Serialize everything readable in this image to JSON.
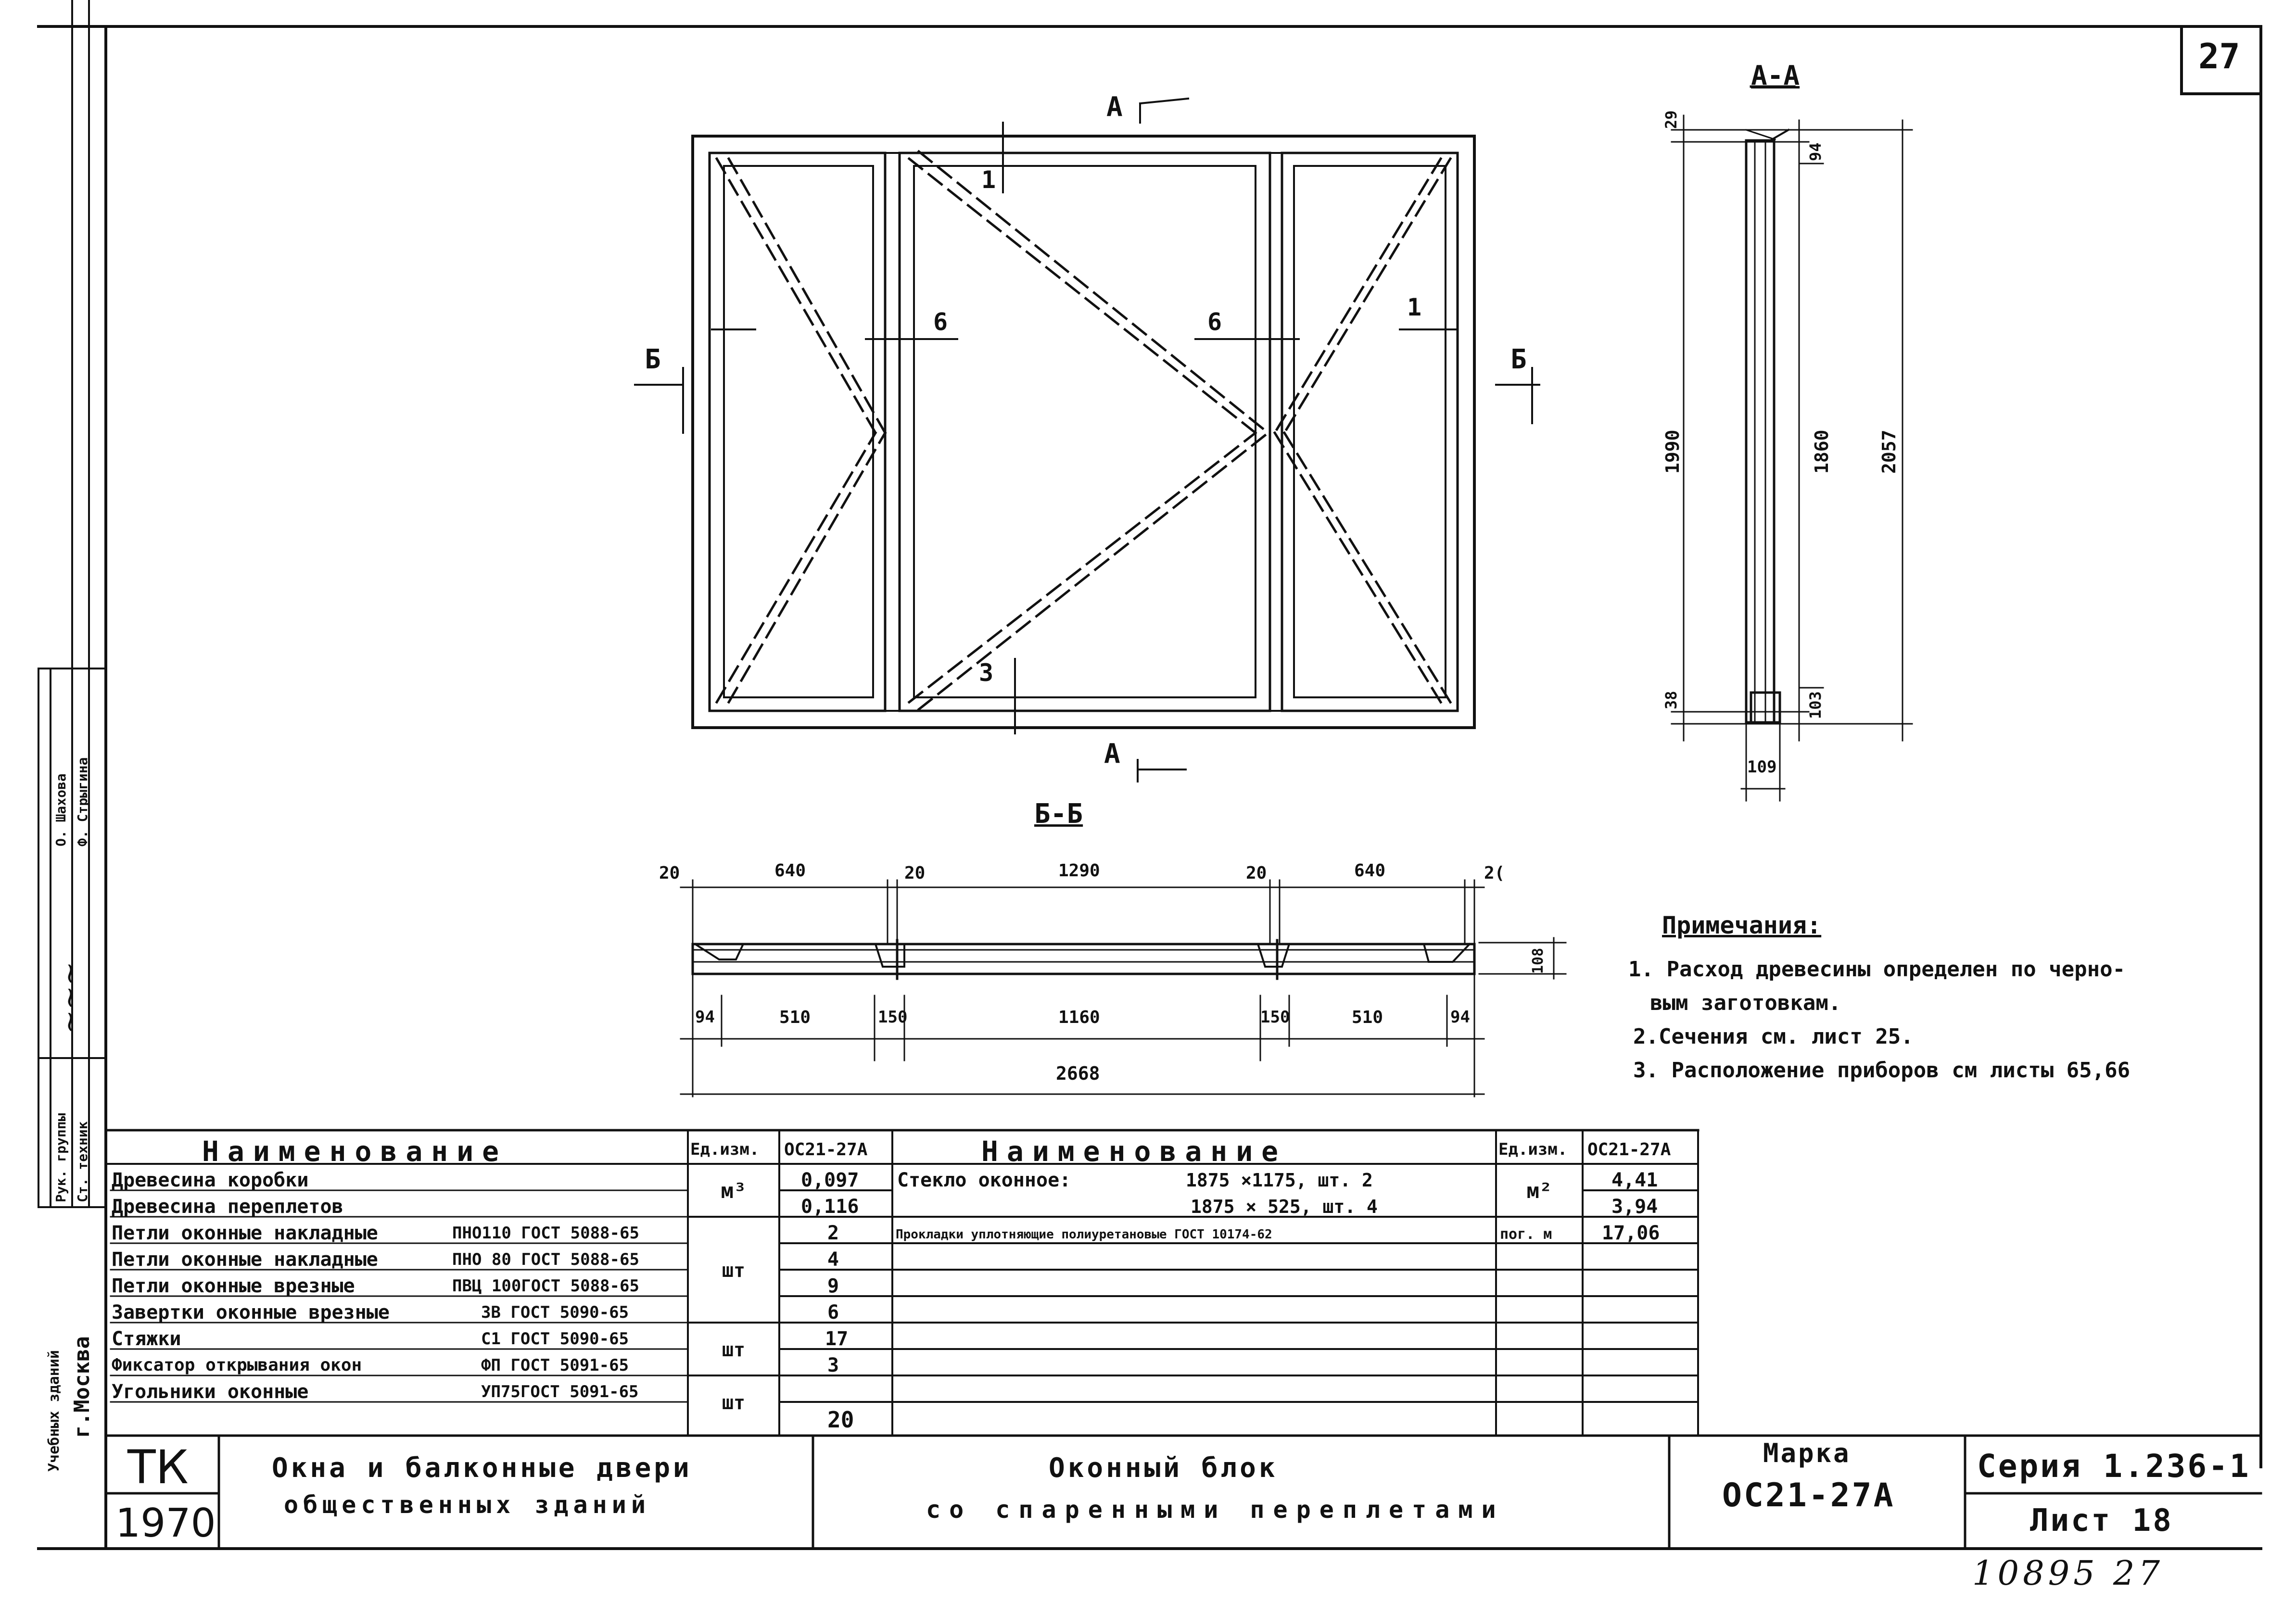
{
  "sheet_number": "27",
  "handwritten_number": "10895 27",
  "plan_marks": {
    "section_a": "А",
    "section_b": "Б",
    "mark_1": "1",
    "mark_3": "3",
    "mark_6": "6"
  },
  "section_aa": {
    "title": "А-А",
    "dims": [
      "29",
      "94",
      "1990",
      "1860",
      "2057",
      "38",
      "103",
      "109"
    ]
  },
  "section_bb": {
    "title": "Б-Б",
    "top_dims": [
      "20",
      "640",
      "20",
      "1290",
      "20",
      "640",
      "2("
    ],
    "height_dim": "108",
    "bottom_dims": [
      "94",
      "510",
      "150",
      "1160",
      "150",
      "510",
      "94"
    ],
    "total_dim": "2668"
  },
  "notes": {
    "title": "Примечания:",
    "items": [
      "1. Расход древесины определен по черно-",
      "вым заготовкам.",
      "2.Сечения см. лист 25.",
      "3. Расположение приборов см листы 65,66"
    ]
  },
  "side_stamp": {
    "role1": "Рук. группы",
    "role2": "Ст. техник",
    "name1": "О. Шахова",
    "name2": "Ф. Стрыгина",
    "org": "Учебных зданий",
    "city": "г.Москва"
  },
  "spec_table": {
    "header_name": "Наименование",
    "header_unit": "Ед.изм.",
    "header_mark": "ОС21-27А",
    "left_rows": [
      {
        "name": "Древесина коробки",
        "gost": "",
        "unit": "м³",
        "qty": "0,097"
      },
      {
        "name": "Древесина переплетов",
        "gost": "",
        "unit": "",
        "qty": "0,116"
      },
      {
        "name": "Петли оконные накладные",
        "gost": "ПНО110 ГОСТ 5088-65",
        "unit": "",
        "qty": "2"
      },
      {
        "name": "Петли оконные накладные",
        "gost": "ПНО 80 ГОСТ 5088-65",
        "unit": "шт",
        "qty": "4"
      },
      {
        "name": "Петли оконные врезные",
        "gost": "ПВЦ 100ГОСТ 5088-65",
        "unit": "",
        "qty": "9"
      },
      {
        "name": "Завертки оконные врезные",
        "gost": "ЗВ ГОСТ 5090-65",
        "unit": "шт",
        "qty": "6"
      },
      {
        "name": "Стяжки",
        "gost": "С1 ГОСТ 5090-65",
        "unit": "",
        "qty": "17"
      },
      {
        "name": "Фиксатор открывания окон",
        "gost": "ФП ГОСТ 5091-65",
        "unit": "шт",
        "qty": "3"
      },
      {
        "name": "Угольники оконные",
        "gost": "УП75ГОСТ 5091-65",
        "unit": "",
        "qty": "20"
      }
    ],
    "right_rows": [
      {
        "name": "Стекло оконное:",
        "spec": "1875 ×1175, шт. 2",
        "unit": "м²",
        "qty": "4,41"
      },
      {
        "name": "",
        "spec": "1875 × 525, шт. 4",
        "unit": "",
        "qty": "3,94"
      },
      {
        "name": "Прокладки уплотняющие полиуретановые ГОСТ 10174-62",
        "spec": "",
        "unit": "пог. м",
        "qty": "17,06"
      }
    ]
  },
  "title_block": {
    "code": "ТК",
    "year": "1970",
    "project_line1": "Окна и балконные двери",
    "project_line2": "общественных зданий",
    "drawing_line1": "Оконный блок",
    "drawing_line2": "со спаренными переплетами",
    "mark_label": "Марка",
    "mark_value": "ОС21-27А",
    "series": "Серия 1.236-1",
    "sheet": "Лист 18"
  }
}
